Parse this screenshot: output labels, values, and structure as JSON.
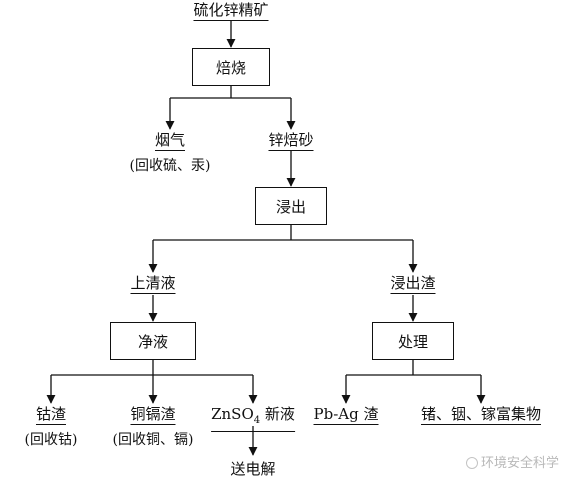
{
  "nodes": {
    "concentrate": "硫化锌精矿",
    "roasting": "焙烧",
    "flue_gas": "烟气",
    "flue_gas_note": "(回收硫、汞)",
    "calcine": "锌焙砂",
    "leaching": "浸出",
    "supernatant": "上清液",
    "leach_residue": "浸出渣",
    "purification": "净液",
    "treatment": "处理",
    "cobalt_residue": "钴渣",
    "cobalt_residue_note": "(回收钴)",
    "cu_cd_residue": "铜镉渣",
    "cu_cd_residue_note": "(回收铜、镉)",
    "znso4_prefix": "ZnSO",
    "znso4_sub": "4",
    "znso4_suffix": "新液",
    "electrolysis": "送电解",
    "pb_ag_residue": "Pb-Ag 渣",
    "ge_in_ga": "锗、铟、镓富集物"
  },
  "watermark": "环境安全科学",
  "watermark_icon": "wechat-icon"
}
